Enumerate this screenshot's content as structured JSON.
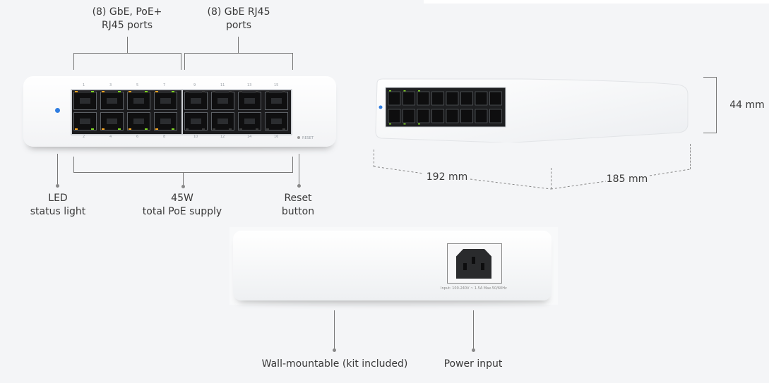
{
  "labels": {
    "poe_ports": [
      "(8) GbE, PoE+",
      "RJ45 ports"
    ],
    "gbe_ports": [
      "(8) GbE RJ45",
      "ports"
    ],
    "led": [
      "LED",
      "status light"
    ],
    "poe_supply": [
      "45W",
      "total PoE supply"
    ],
    "reset": [
      "Reset",
      "button"
    ],
    "wall_mount": "Wall-mountable (kit included)",
    "power_input": "Power input",
    "height": "44 mm",
    "width": "192 mm",
    "depth": "185 mm"
  },
  "port_numbers_top": [
    "1",
    "3",
    "5",
    "7",
    "9",
    "11",
    "13",
    "15"
  ],
  "port_numbers_bottom": [
    "2",
    "4",
    "6",
    "8",
    "10",
    "12",
    "14",
    "16"
  ],
  "device_text": {
    "reset_small": "RESET",
    "power_rating": "Input: 100-240V ~ 1.5A Max.50/60Hz"
  },
  "colors": {
    "status_led": "#2f7de1",
    "poe_led": "#f5a623",
    "link_led": "#7ed321"
  }
}
